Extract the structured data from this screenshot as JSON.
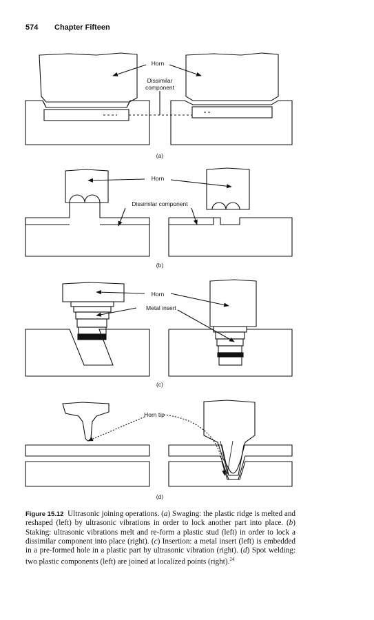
{
  "header": {
    "page_number": "574",
    "chapter": "Chapter Fifteen"
  },
  "figure": {
    "a": {
      "horn": "Horn",
      "dissimilar_line1": "Dissimilar",
      "dissimilar_line2": "component",
      "label": "(a)"
    },
    "b": {
      "horn": "Horn",
      "dissimilar": "Dissimilar component",
      "label": "(b)"
    },
    "c": {
      "horn": "Horn",
      "metal_insert": "Metal insert",
      "label": "(c)"
    },
    "d": {
      "horn_tip": "Horn tip",
      "label": "(d)"
    }
  },
  "caption": {
    "label": "Figure 15.12",
    "intro": "Ultrasonic joining operations.",
    "a_letter": "a",
    "a_text": "Swaging: the plastic ridge is melted and reshaped (left) by ultrasonic vibrations in order to lock another part into place.",
    "b_letter": "b",
    "b_text": "Staking: ultrasonic vibrations melt and re-form a plastic stud (left) in order to lock a dissimilar component into place (right).",
    "c_letter": "c",
    "c_text": "Insertion: a metal insert (left) is embedded in a pre-formed hole in a plastic part by ultrasonic vibration (right).",
    "d_letter": "d",
    "d_text": "Spot welding: two plastic components (left) are joined at localized points (right).",
    "ref": "24"
  }
}
